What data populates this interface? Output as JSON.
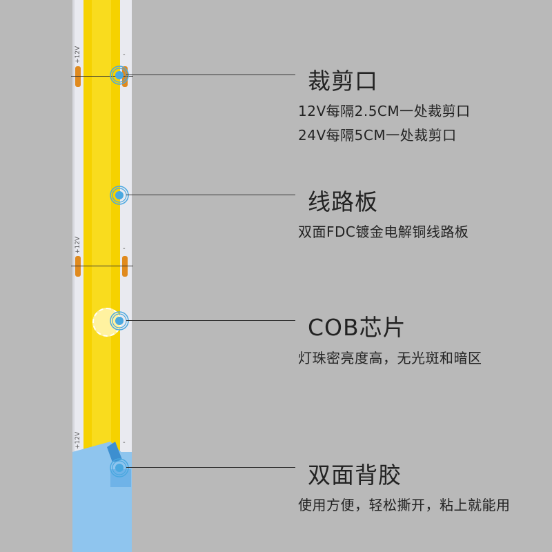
{
  "strip": {
    "voltage_labels": [
      "+12V",
      "+12V",
      "+12V"
    ],
    "minus_labels": [
      "-",
      "-",
      "-"
    ]
  },
  "callouts": [
    {
      "title": "裁剪口",
      "lines": [
        "12V每隔2.5CM一处裁剪口",
        "24V每隔5CM一处裁剪口"
      ]
    },
    {
      "title": "线路板",
      "lines": [
        "双面FDC镀金电解铜线路板"
      ]
    },
    {
      "title": "COB芯片",
      "lines": [
        "灯珠密亮度高，无光斑和暗区"
      ]
    },
    {
      "title": "双面背胶",
      "lines": [
        "使用方便，轻松撕开，粘上就能用"
      ]
    }
  ],
  "colors": {
    "background": "#b9b9b9",
    "cob": "#f6d200",
    "pad": "#e08a1e",
    "tape": "#8fc5ee",
    "marker": "#4aa8e0"
  }
}
